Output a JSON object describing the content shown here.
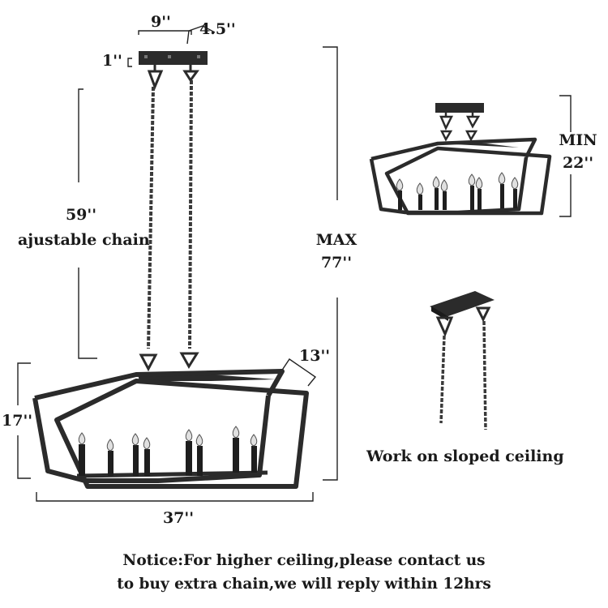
{
  "main": {
    "dims": {
      "canopy_width": "9''",
      "canopy_depth": "4.5''",
      "canopy_height": "1''",
      "chain_length": "59''",
      "chain_note": "ajustable chain",
      "max_label": "MAX",
      "max_value": "77''",
      "fixture_depth": "13''",
      "fixture_height": "17''",
      "fixture_width": "37''"
    },
    "min_view": {
      "label": "MIN",
      "value": "22''"
    },
    "sloped_view": {
      "caption": "Work on sloped ceiling"
    },
    "notice": {
      "line1": "Notice:For higher ceiling,please contact us",
      "line2": "to buy extra chain,we will reply within 12hrs"
    }
  },
  "colors": {
    "metal": "#2b2b2b",
    "dimension_line": "#222222",
    "candle": "#1e1e1e",
    "bulb": "#d9d9d9"
  }
}
